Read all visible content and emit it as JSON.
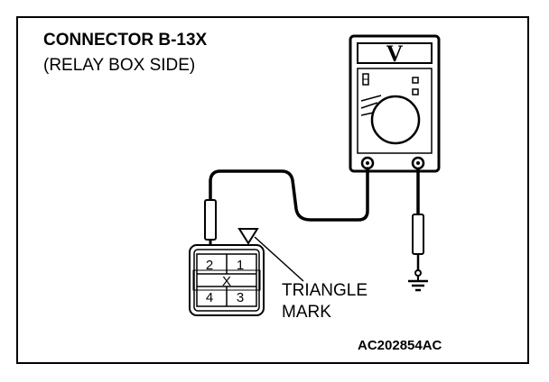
{
  "heading": {
    "line1": "CONNECTOR B-13X",
    "line2": "(RELAY BOX SIDE)"
  },
  "connector": {
    "pins": [
      "2",
      "1",
      "4",
      "3"
    ],
    "center_mark": "X"
  },
  "meter": {
    "display": "V"
  },
  "callout": {
    "line1": "TRIANGLE",
    "line2": "MARK"
  },
  "figure_id": "AC202854AC",
  "colors": {
    "ink": "#000000",
    "paper": "#ffffff"
  },
  "icons": [
    "voltmeter-icon",
    "ground-symbol-icon",
    "triangle-mark-icon"
  ]
}
